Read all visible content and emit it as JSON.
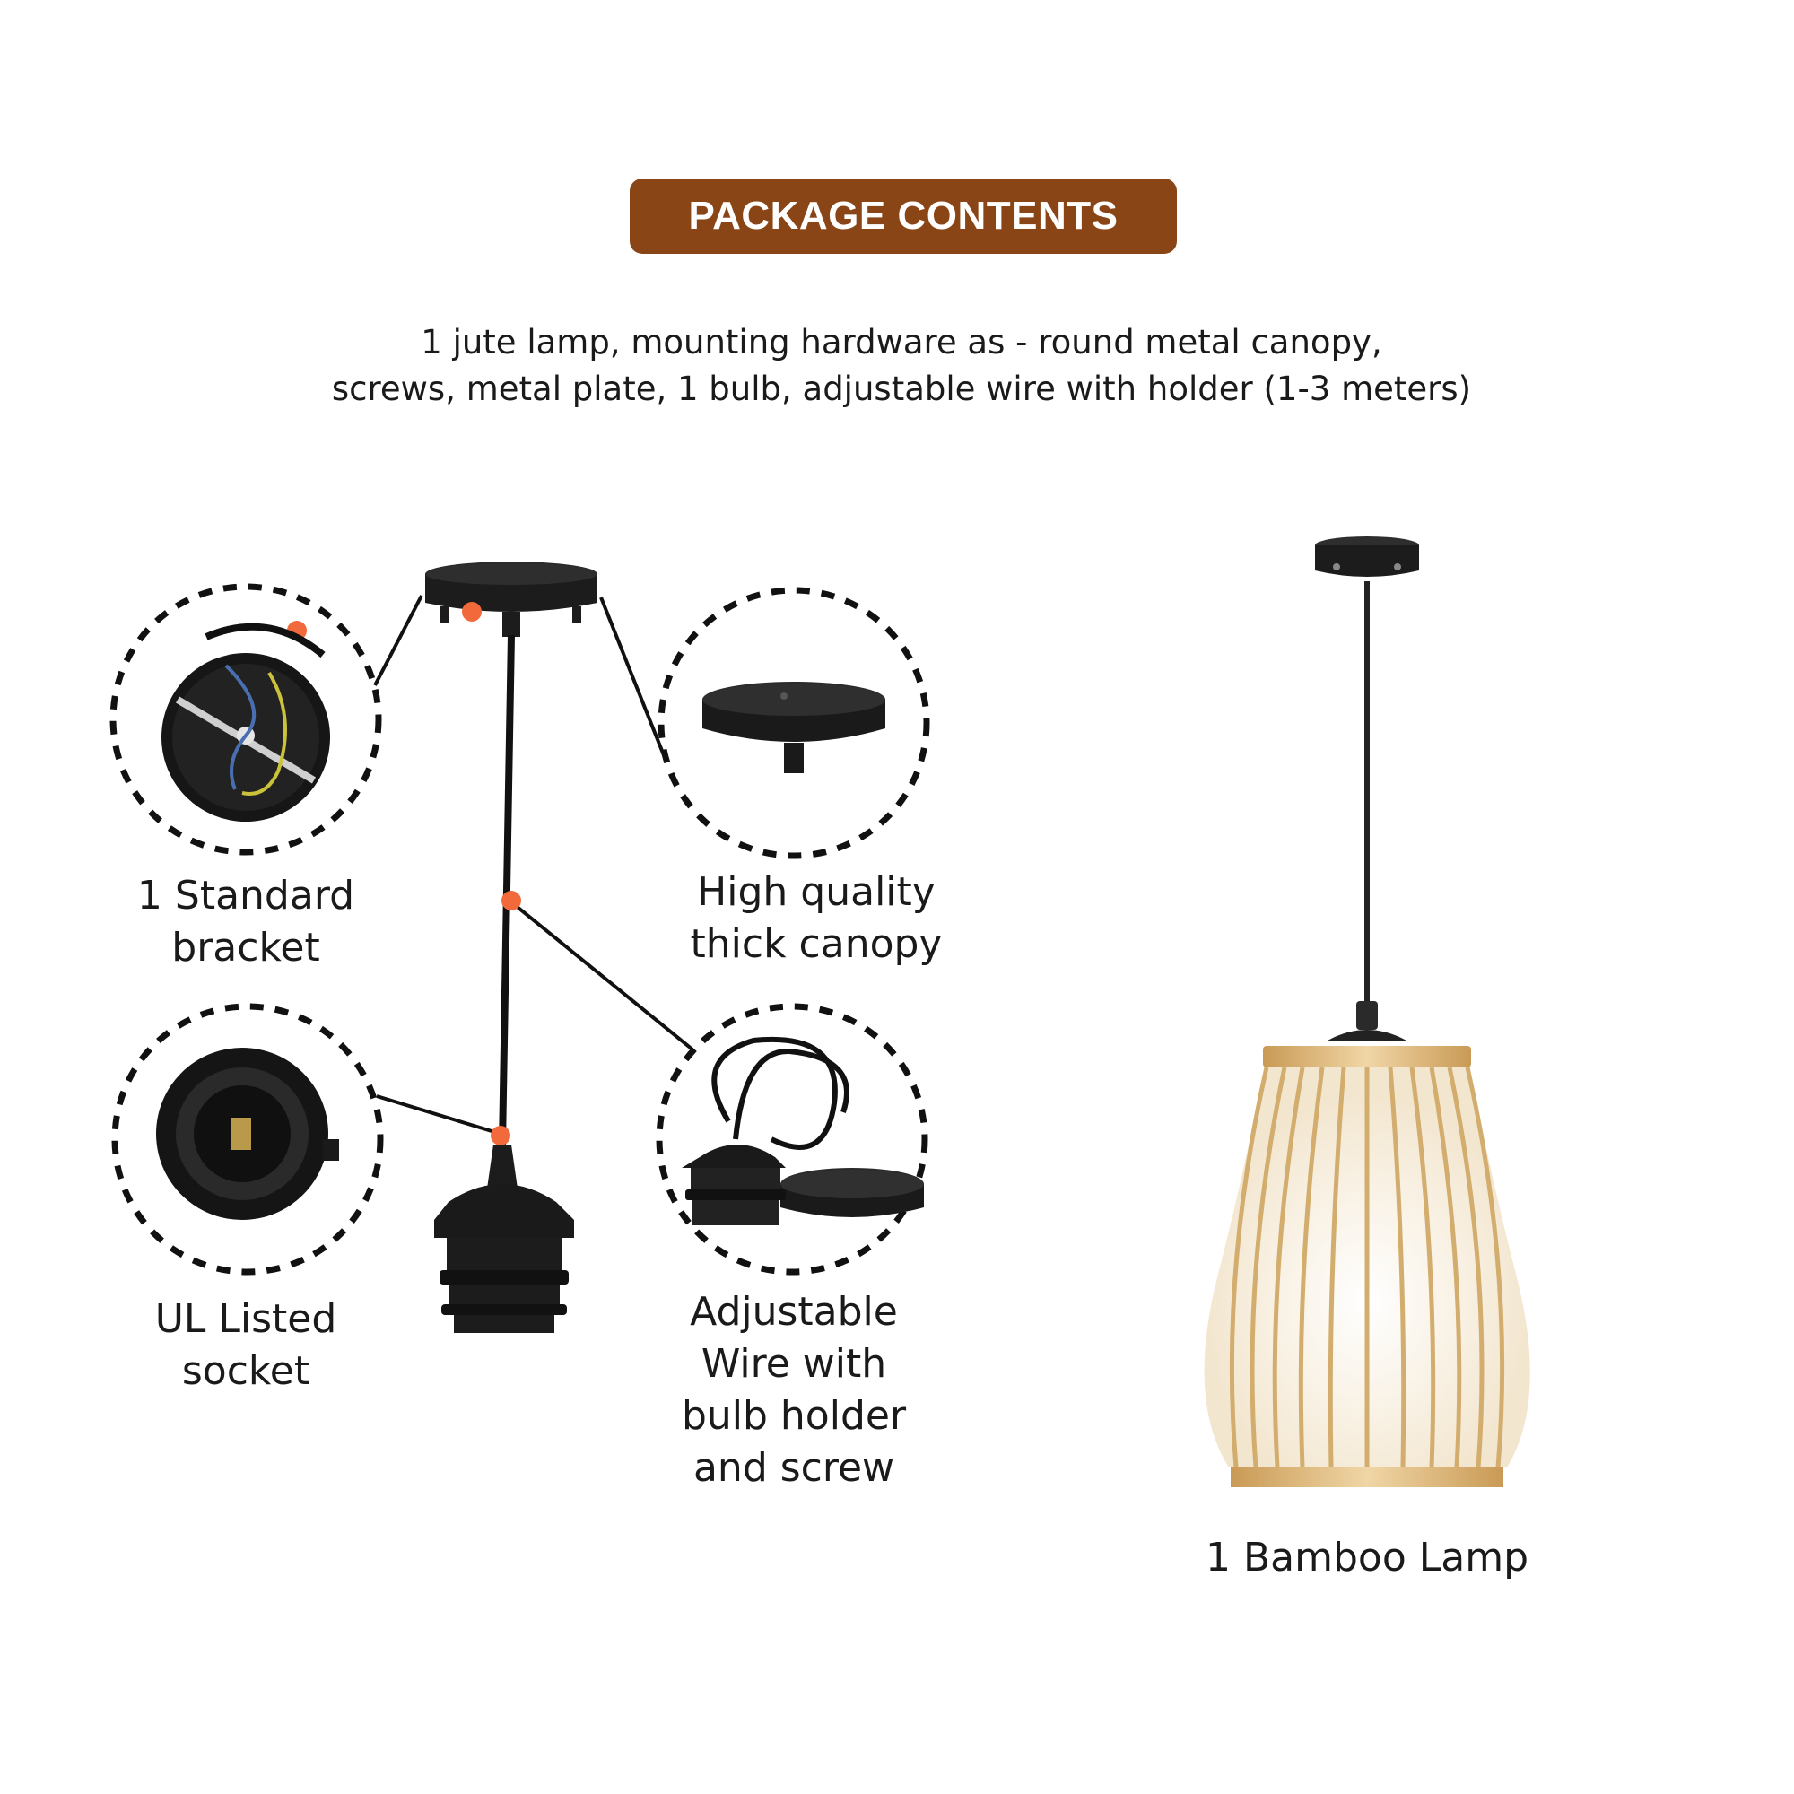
{
  "header": {
    "title": "PACKAGE CONTENTS"
  },
  "description": {
    "line1": "1 jute lamp, mounting hardware as - round metal canopy,",
    "line2": "screws, metal plate, 1 bulb, adjustable wire with holder (1-3 meters)"
  },
  "items": {
    "bracket": {
      "line1": "1 Standard",
      "line2": "bracket"
    },
    "canopy": {
      "line1": "High quality",
      "line2": "thick canopy"
    },
    "socket": {
      "line1": "UL Listed",
      "line2": "socket"
    },
    "wire": {
      "line1": "Adjustable",
      "line2": "Wire with",
      "line3": "bulb holder",
      "line4": "and screw"
    },
    "lamp": {
      "label": "1 Bamboo Lamp"
    }
  },
  "colors": {
    "badge": "#8a4517",
    "marker": "#f26a3b",
    "hardware": "#1c1c1c",
    "bamboo": "#d9b47a"
  }
}
